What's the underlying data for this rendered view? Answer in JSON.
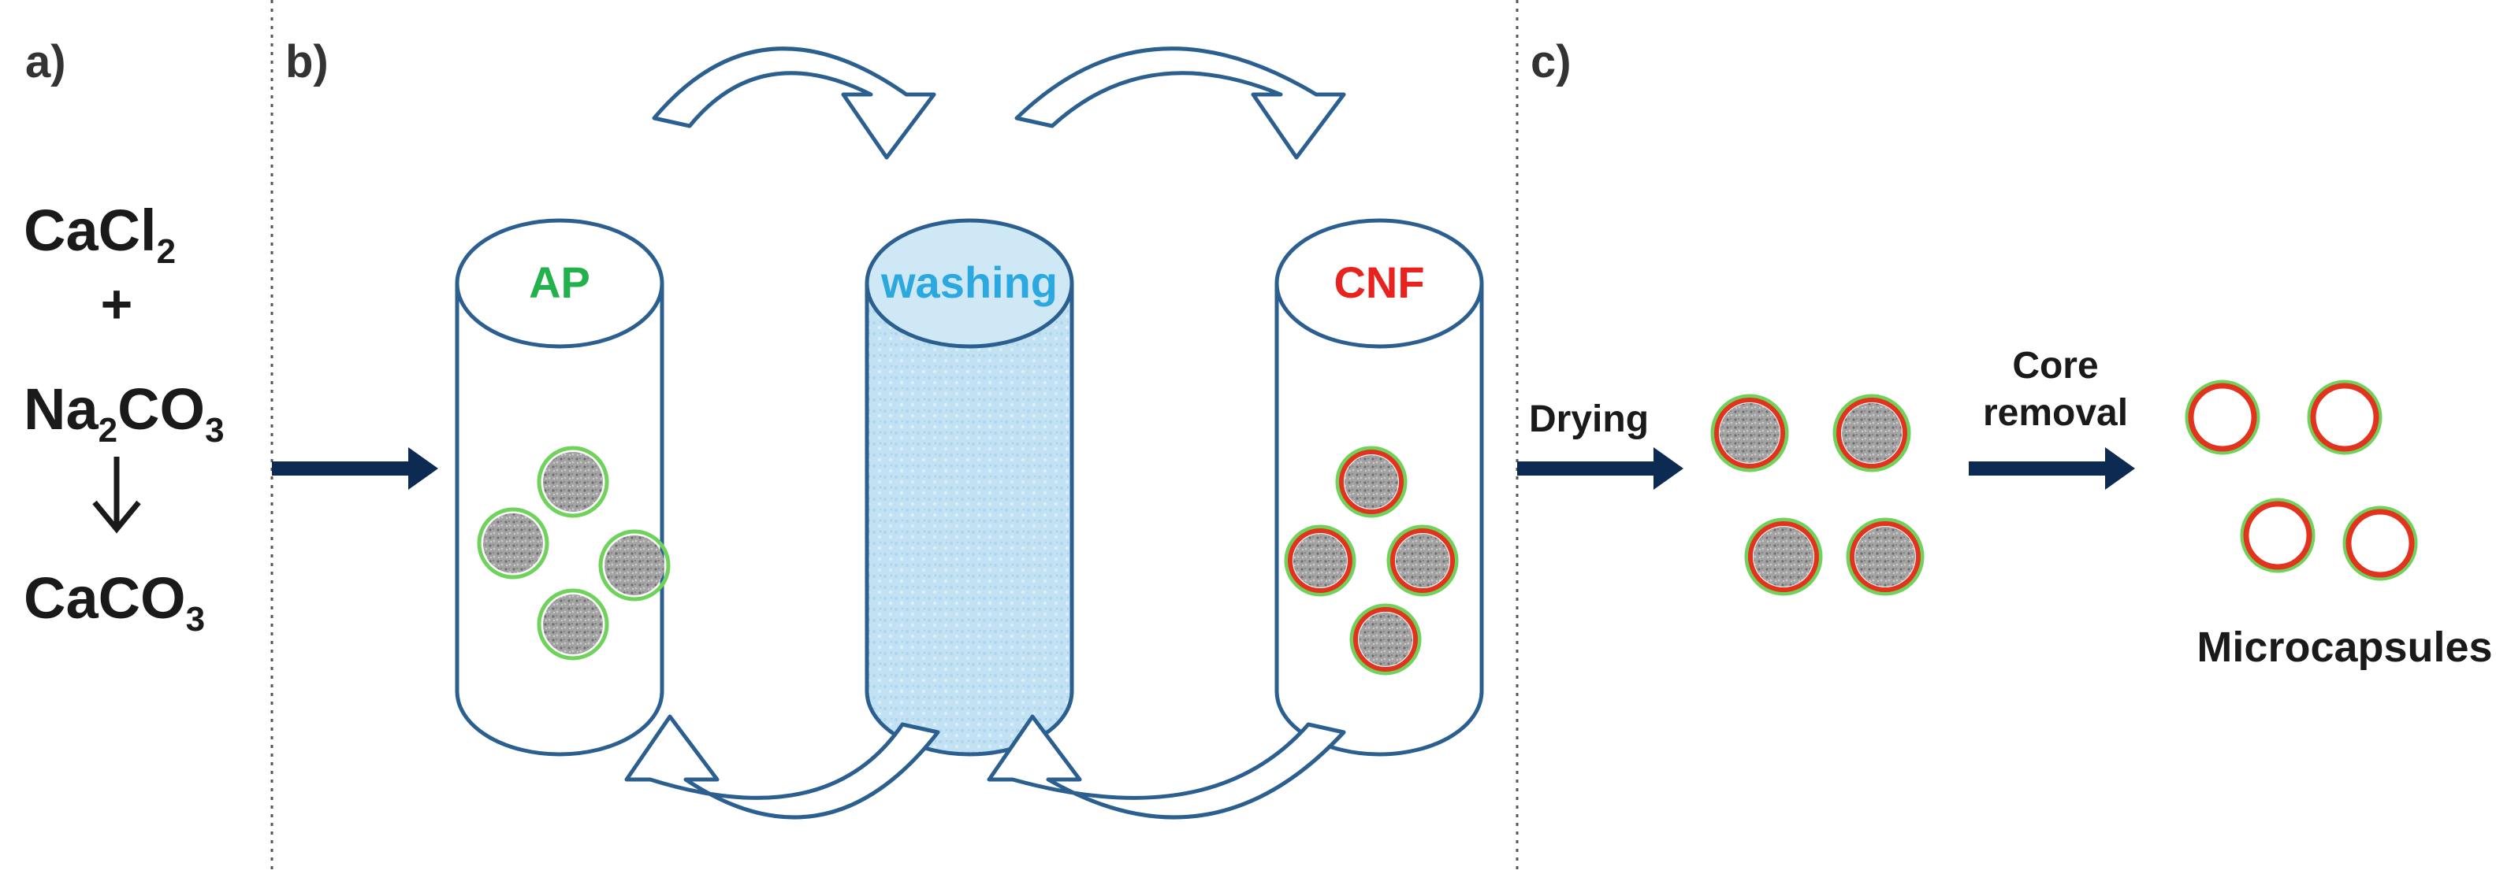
{
  "panels": {
    "a": "a)",
    "b": "b)",
    "c": "c)"
  },
  "reaction": {
    "reactant1": {
      "base": "CaCl",
      "sub": "2"
    },
    "plus": "+",
    "reactant2": {
      "base1": "Na",
      "sub1": "2",
      "base2": "CO",
      "sub2": "3"
    },
    "product": {
      "base": "CaCO",
      "sub": "3"
    }
  },
  "cylinders": {
    "ap": "AP",
    "washing": "washing",
    "cnf": "CNF"
  },
  "steps": {
    "drying": "Drying",
    "core": "Core",
    "removal": "removal"
  },
  "result": "Microcapsules",
  "colors": {
    "outline": "#2a5f8f",
    "arrow": "#0d2b52",
    "ap_text": "#22b14c",
    "washing_text": "#2aa8df",
    "washing_fill": "#bfe1f2",
    "cnf_text": "#e8231f",
    "shell_green": "#6fd25a",
    "shell_red": "#e2331e",
    "core_gray": "#9a9a9a"
  }
}
